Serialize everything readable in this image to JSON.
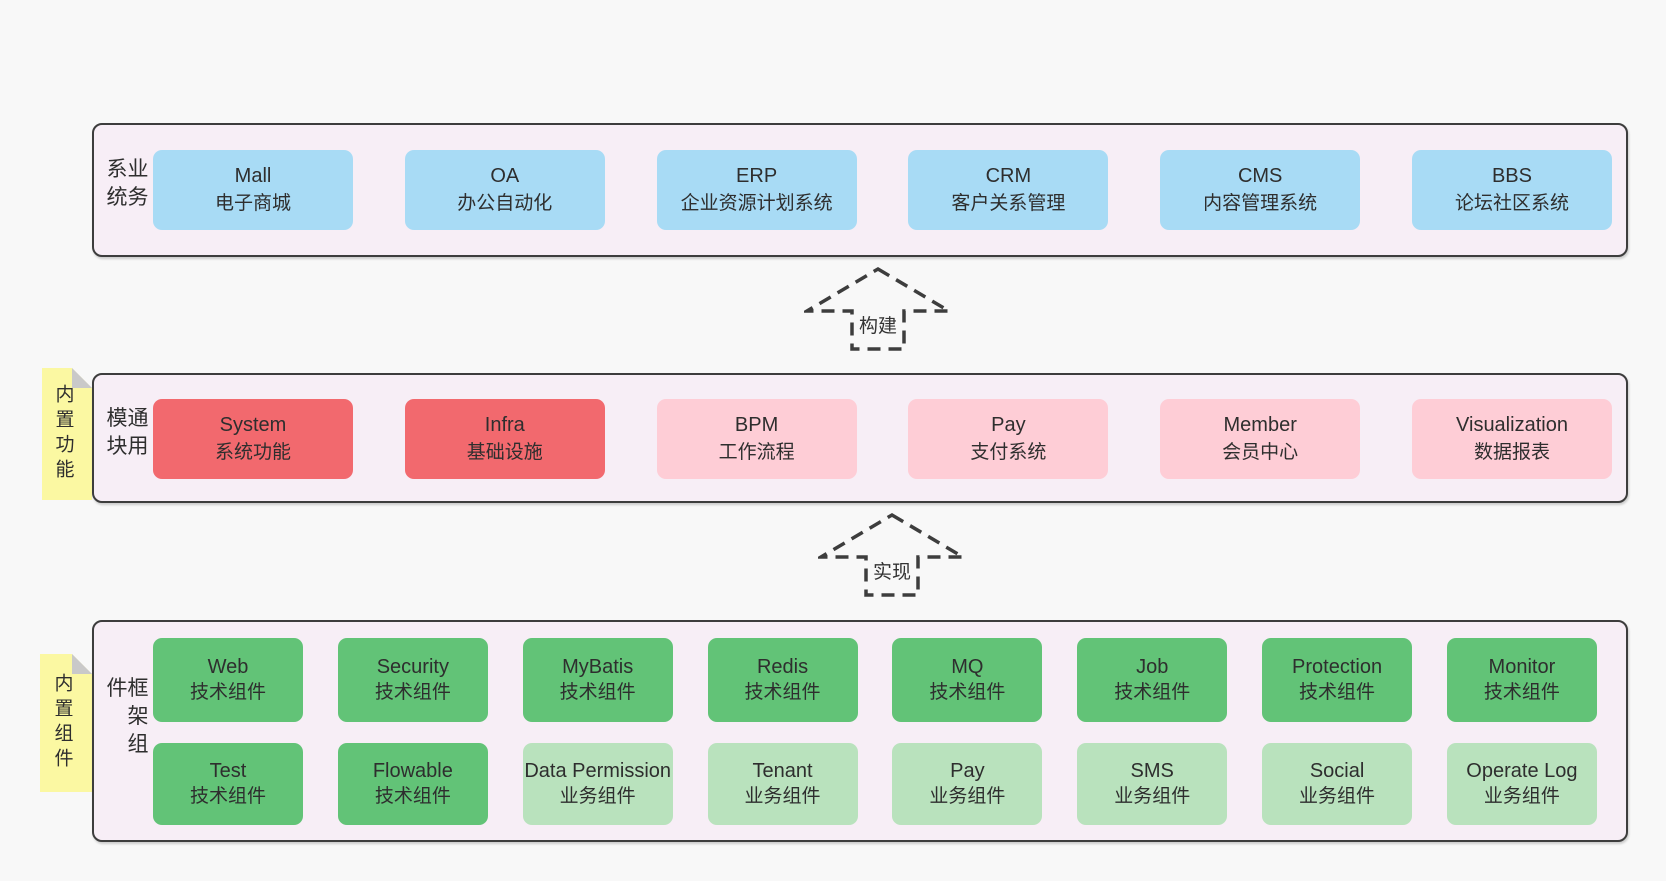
{
  "diagram": {
    "arrows": {
      "build": "构建",
      "implement": "实现"
    },
    "sections": {
      "business": {
        "label": "业务系统",
        "boxes": [
          {
            "name": "Mall",
            "desc": "电子商城"
          },
          {
            "name": "OA",
            "desc": "办公自动化"
          },
          {
            "name": "ERP",
            "desc": "企业资源计划系统"
          },
          {
            "name": "CRM",
            "desc": "客户关系管理"
          },
          {
            "name": "CMS",
            "desc": "内容管理系统"
          },
          {
            "name": "BBS",
            "desc": "论坛社区系统"
          }
        ]
      },
      "modules": {
        "label": "通用模块",
        "sticky": "内置功能",
        "boxes": [
          {
            "name": "System",
            "desc": "系统功能"
          },
          {
            "name": "Infra",
            "desc": "基础设施"
          },
          {
            "name": "BPM",
            "desc": "工作流程"
          },
          {
            "name": "Pay",
            "desc": "支付系统"
          },
          {
            "name": "Member",
            "desc": "会员中心"
          },
          {
            "name": "Visualization",
            "desc": "数据报表"
          }
        ]
      },
      "framework": {
        "label": "框架组件",
        "sticky": "内置组件",
        "row1": [
          {
            "name": "Web",
            "desc": "技术组件"
          },
          {
            "name": "Security",
            "desc": "技术组件"
          },
          {
            "name": "MyBatis",
            "desc": "技术组件"
          },
          {
            "name": "Redis",
            "desc": "技术组件"
          },
          {
            "name": "MQ",
            "desc": "技术组件"
          },
          {
            "name": "Job",
            "desc": "技术组件"
          },
          {
            "name": "Protection",
            "desc": "技术组件"
          },
          {
            "name": "Monitor",
            "desc": "技术组件"
          }
        ],
        "row2": [
          {
            "name": "Test",
            "desc": "技术组件"
          },
          {
            "name": "Flowable",
            "desc": "技术组件"
          },
          {
            "name": "Data Permission",
            "desc": "业务组件"
          },
          {
            "name": "Tenant",
            "desc": "业务组件"
          },
          {
            "name": "Pay",
            "desc": "业务组件"
          },
          {
            "name": "SMS",
            "desc": "业务组件"
          },
          {
            "name": "Social",
            "desc": "业务组件"
          },
          {
            "name": "Operate Log",
            "desc": "业务组件"
          }
        ]
      }
    },
    "colors": {
      "page_bg": "#f8f8f8",
      "panel_bg": "#f7eef6",
      "panel_border": "#3d3d3d",
      "box_blue": "#a8dbf5",
      "box_red": "#f2696e",
      "box_pink": "#fecdd6",
      "box_green": "#62c377",
      "box_lightgreen": "#b9e2bd",
      "sticky_yellow": "#fbf8a2",
      "text": "#2e2e2e"
    }
  }
}
